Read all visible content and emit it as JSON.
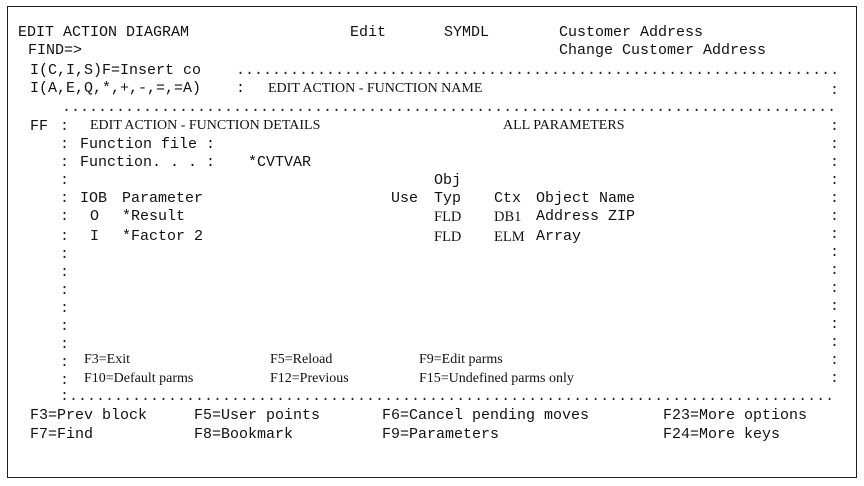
{
  "header": {
    "title": "EDIT ACTION DIAGRAM",
    "mode": "Edit",
    "model": "SYMDL",
    "file": "Customer Address",
    "find_label": "FIND=>",
    "function": "Change Customer Address"
  },
  "prompts": {
    "line1": "I(C,I,S)F=Insert co",
    "line2": "I(A,E,Q,*,+,-,=,=A)",
    "line2_title": "EDIT ACTION - FUNCTION NAME"
  },
  "details": {
    "ff_label": "FF",
    "title": "EDIT ACTION - FUNCTION DETAILS",
    "scope": "ALL PARAMETERS",
    "function_file_label": "Function file :",
    "function_label": "Function. . . :",
    "function_value": "*CVTVAR",
    "columns": {
      "obj": "Obj",
      "iob": "IOB",
      "parameter": "Parameter",
      "use": "Use",
      "typ": "Typ",
      "ctx": "Ctx",
      "object_name": "Object Name"
    },
    "rows": [
      {
        "iob": "O",
        "parameter": "*Result",
        "use": "",
        "typ": "FLD",
        "ctx": "DB1",
        "object": "Address ZIP"
      },
      {
        "iob": "I",
        "parameter": "*Factor 2",
        "use": "",
        "typ": "FLD",
        "ctx": "ELM",
        "object": "Array"
      }
    ],
    "fkeys": {
      "f3": "F3=Exit",
      "f5": "F5=Reload",
      "f9": "F9=Edit parms",
      "f10": "F10=Default parms",
      "f12": "F12=Previous",
      "f15": "F15=Undefined parms only"
    }
  },
  "footer": {
    "f3": "F3=Prev block",
    "f5": "F5=User points",
    "f6": "F6=Cancel pending moves",
    "f23": "F23=More options",
    "f7": "F7=Find",
    "f8": "F8=Bookmark",
    "f9": "F9=Parameters",
    "f24": "F24=More keys"
  }
}
